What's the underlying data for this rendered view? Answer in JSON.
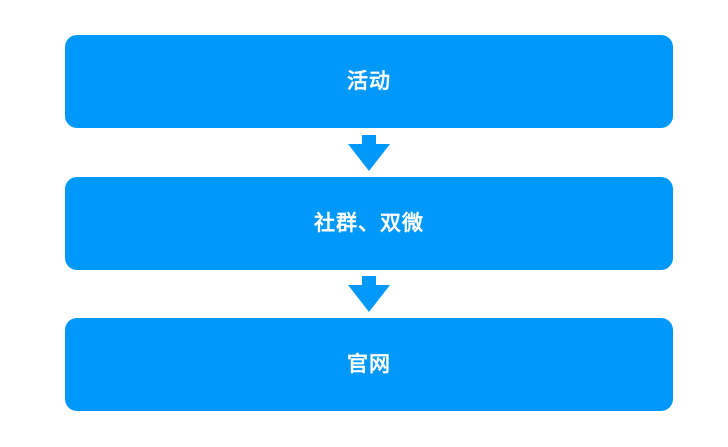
{
  "page": {
    "background_color": "#ffffff"
  },
  "flowchart": {
    "type": "vertical-flow",
    "box_color": "#0099fa",
    "arrow_color": "#0099fa",
    "text_color": "#ffffff",
    "nodes": [
      {
        "label": "活动"
      },
      {
        "label": "社群、双微"
      },
      {
        "label": "官网"
      }
    ],
    "connections": [
      {
        "from": 0,
        "to": 1,
        "style": "down-arrow"
      },
      {
        "from": 1,
        "to": 2,
        "style": "down-arrow"
      }
    ]
  }
}
